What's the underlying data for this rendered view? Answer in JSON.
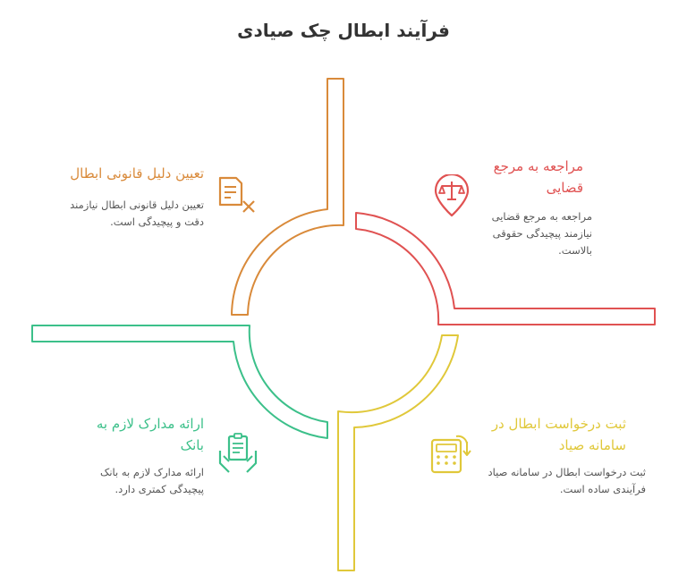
{
  "title": "فرآیند ابطال چک صیادی",
  "colors": {
    "orange": "#d98a3a",
    "red": "#e05252",
    "yellow": "#e0c83a",
    "green": "#3cc08a",
    "text": "#555555",
    "title": "#333333"
  },
  "steps": [
    {
      "heading": "مراجعه به مرجع قضایی",
      "description": "مراجعه به مرجع قضایی نیازمند پیچیدگی حقوقی بالاست.",
      "icon": "scales-location-icon",
      "color": "red"
    },
    {
      "heading": "تعیین دلیل قانونی ابطال",
      "description": "تعیین دلیل قانونی ابطال نیازمند دقت و پیچیدگی است.",
      "icon": "document-x-icon",
      "color": "orange"
    },
    {
      "heading": "ارائه مدارک لازم به بانک",
      "description": "ارائه مدارک لازم به بانک پیچیدگی کمتری دارد.",
      "icon": "hands-document-icon",
      "color": "green"
    },
    {
      "heading": "ثبت درخواست ابطال در سامانه صیاد",
      "description": "ثبت درخواست ابطال در سامانه صیاد فرآیندی ساده است.",
      "icon": "calculator-icon",
      "color": "yellow"
    }
  ]
}
